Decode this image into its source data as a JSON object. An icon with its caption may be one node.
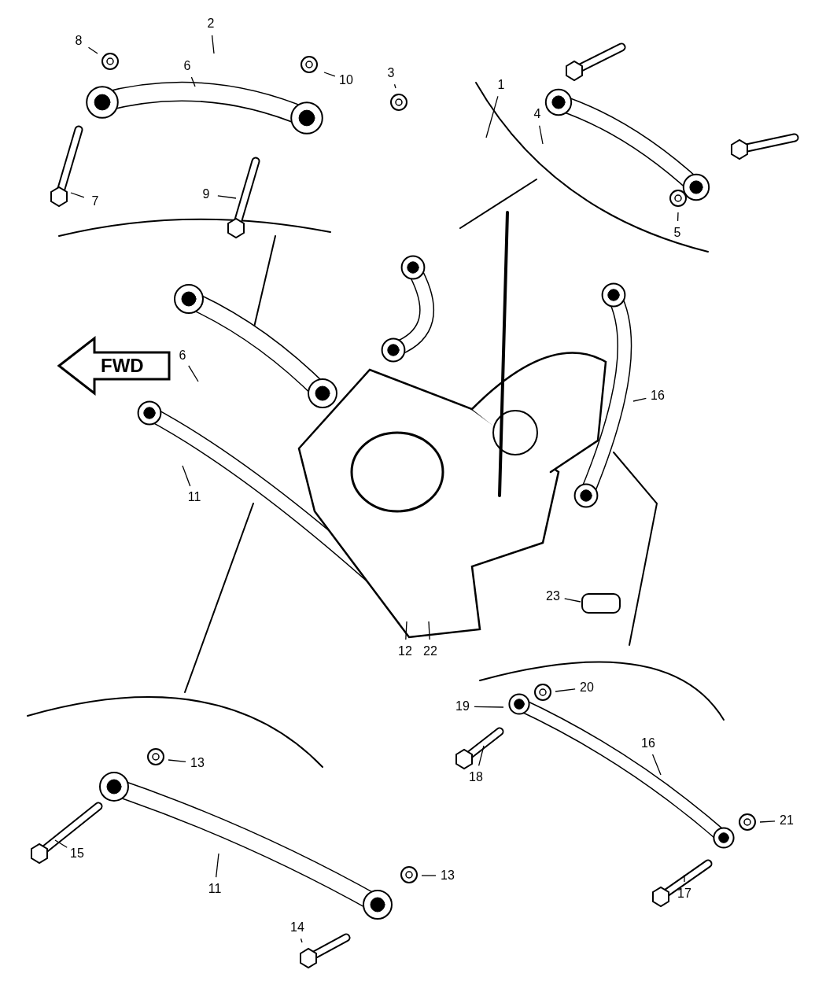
{
  "diagram": {
    "nodes": [
      {
        "text": [
          "2"
        ]
      },
      {
        "text": [
          "8"
        ]
      },
      {
        "text": [
          "3"
        ]
      },
      {
        "text": [
          "6"
        ]
      },
      {
        "text": [
          "10"
        ]
      },
      {
        "text": [
          "1"
        ]
      },
      {
        "text": [
          "4"
        ]
      },
      {
        "text": [
          "9"
        ]
      },
      {
        "text": [
          "7"
        ]
      },
      {
        "text": [
          "5"
        ]
      },
      {
        "text": [
          "6"
        ]
      },
      {
        "text": [
          "16"
        ]
      },
      {
        "text": [
          "11"
        ]
      },
      {
        "text": [
          "23"
        ]
      },
      {
        "text": [
          "12"
        ]
      },
      {
        "text": [
          "22"
        ]
      },
      {
        "text": [
          "20"
        ]
      },
      {
        "text": [
          "19"
        ]
      },
      {
        "text": [
          "16"
        ]
      },
      {
        "text": [
          "13"
        ]
      },
      {
        "text": [
          "18"
        ]
      },
      {
        "text": [
          "21"
        ]
      },
      {
        "text": [
          "15"
        ]
      },
      {
        "text": [
          "13"
        ]
      },
      {
        "text": [
          "11"
        ]
      },
      {
        "text": [
          "17"
        ]
      },
      {
        "text": [
          "14"
        ]
      }
    ],
    "edges": [
      {
        "from": 0,
        "to": null,
        "arrow": "none"
      },
      {
        "from": 1,
        "to": null,
        "arrow": "none"
      },
      {
        "from": 2,
        "to": null,
        "arrow": "none"
      },
      {
        "from": 3,
        "to": null,
        "arrow": "none"
      },
      {
        "from": 4,
        "to": null,
        "arrow": "none"
      },
      {
        "from": 5,
        "to": null,
        "arrow": "none"
      },
      {
        "from": 6,
        "to": null,
        "arrow": "none"
      },
      {
        "from": 7,
        "to": null,
        "arrow": "none"
      },
      {
        "from": 8,
        "to": null,
        "arrow": "none"
      },
      {
        "from": 9,
        "to": null,
        "arrow": "none"
      },
      {
        "from": 10,
        "to": null,
        "arrow": "none"
      },
      {
        "from": 11,
        "to": null,
        "arrow": "none"
      },
      {
        "from": 12,
        "to": null,
        "arrow": "none"
      },
      {
        "from": 13,
        "to": null,
        "arrow": "none"
      },
      {
        "from": 14,
        "to": null,
        "arrow": "none"
      },
      {
        "from": 15,
        "to": null,
        "arrow": "none"
      },
      {
        "from": 16,
        "to": null,
        "arrow": "none"
      },
      {
        "from": 17,
        "to": null,
        "arrow": "none"
      },
      {
        "from": 18,
        "to": null,
        "arrow": "none"
      },
      {
        "from": 19,
        "to": null,
        "arrow": "none"
      },
      {
        "from": 20,
        "to": null,
        "arrow": "none"
      },
      {
        "from": 21,
        "to": null,
        "arrow": "none"
      },
      {
        "from": 22,
        "to": null,
        "arrow": "none"
      },
      {
        "from": 23,
        "to": null,
        "arrow": "none"
      },
      {
        "from": 24,
        "to": null,
        "arrow": "none"
      },
      {
        "from": 25,
        "to": null,
        "arrow": "none"
      },
      {
        "from": 26,
        "to": null,
        "arrow": "none"
      }
    ],
    "labels": [
      "FWD"
    ]
  }
}
